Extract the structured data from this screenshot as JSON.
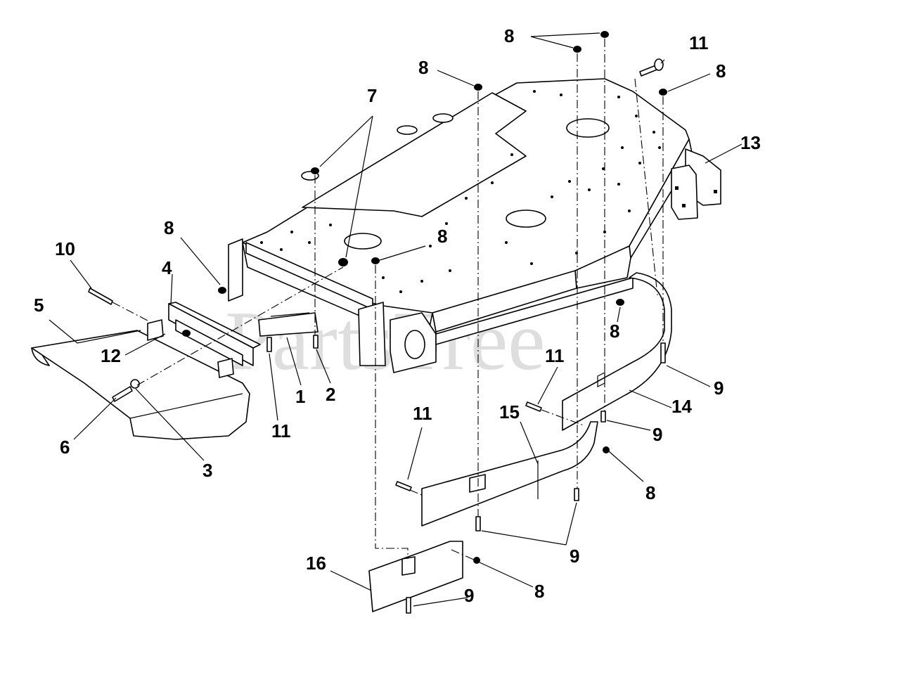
{
  "watermark": "PartsTree",
  "callouts": [
    {
      "id": "c1",
      "text": "1"
    },
    {
      "id": "c2",
      "text": "2"
    },
    {
      "id": "c3",
      "text": "3"
    },
    {
      "id": "c4",
      "text": "4"
    },
    {
      "id": "c5",
      "text": "5"
    },
    {
      "id": "c6",
      "text": "6"
    },
    {
      "id": "c7",
      "text": "7"
    },
    {
      "id": "c8a",
      "text": "8"
    },
    {
      "id": "c8b",
      "text": "8"
    },
    {
      "id": "c8c",
      "text": "8"
    },
    {
      "id": "c8d",
      "text": "8"
    },
    {
      "id": "c8e",
      "text": "8"
    },
    {
      "id": "c8f",
      "text": "8"
    },
    {
      "id": "c8g",
      "text": "8"
    },
    {
      "id": "c8h",
      "text": "8"
    },
    {
      "id": "c9a",
      "text": "9"
    },
    {
      "id": "c9b",
      "text": "9"
    },
    {
      "id": "c9c",
      "text": "9"
    },
    {
      "id": "c9d",
      "text": "9"
    },
    {
      "id": "c10",
      "text": "10"
    },
    {
      "id": "c11a",
      "text": "11"
    },
    {
      "id": "c11b",
      "text": "11"
    },
    {
      "id": "c11c",
      "text": "11"
    },
    {
      "id": "c11d",
      "text": "11"
    },
    {
      "id": "c12",
      "text": "12"
    },
    {
      "id": "c13",
      "text": "13"
    },
    {
      "id": "c14",
      "text": "14"
    },
    {
      "id": "c15",
      "text": "15"
    },
    {
      "id": "c16",
      "text": "16"
    }
  ]
}
